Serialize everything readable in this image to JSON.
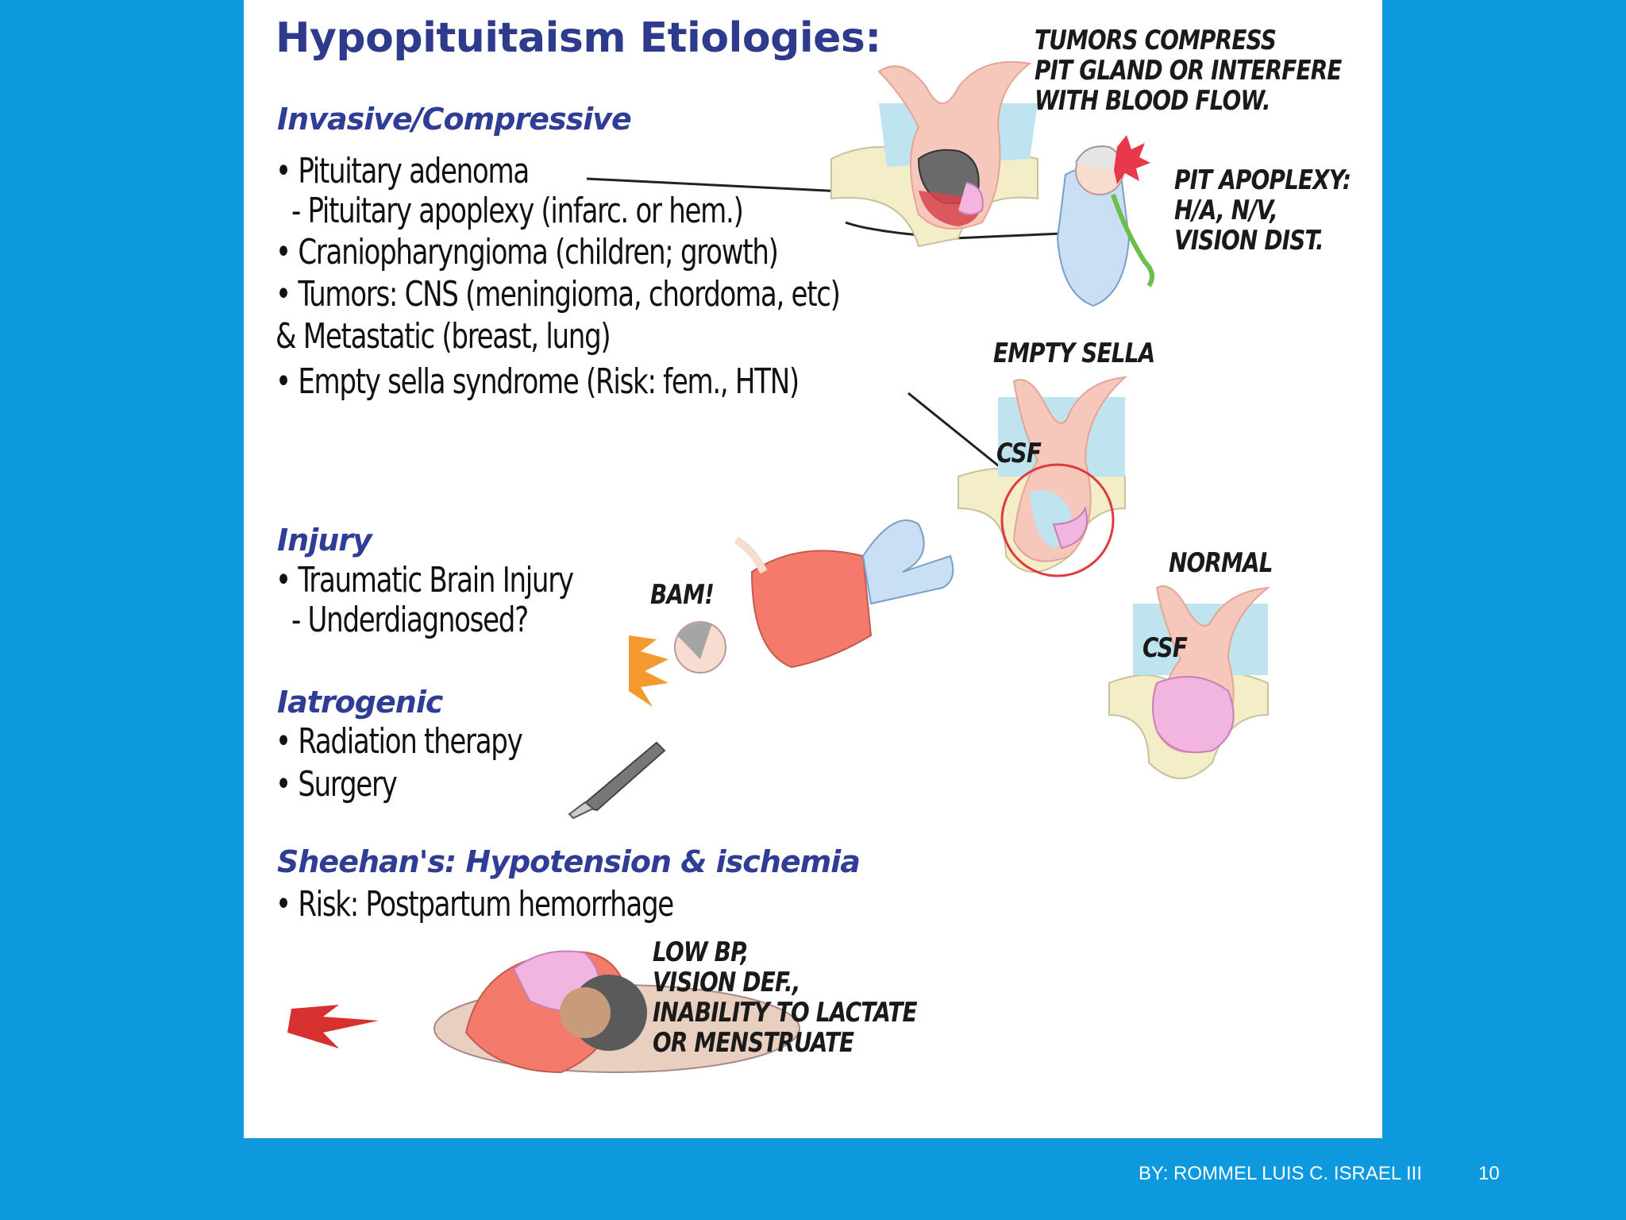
{
  "slide": {
    "title": "Hypopituitaism Etiologies:",
    "footer_author": "BY: ROMMEL LUIS C. ISRAEL III",
    "page_number": "10"
  },
  "sections": {
    "invasive": {
      "heading": "Invasive/Compressive",
      "items": [
        "• Pituitary adenoma",
        "- Pituitary apoplexy (infarc. or hem.)",
        "• Craniopharyngioma (children; growth)",
        "• Tumors: CNS (meningioma, chordoma, etc)",
        "& Metastatic (breast, lung)",
        "• Empty sella syndrome  (Risk: fem., HTN)"
      ]
    },
    "injury": {
      "heading": "Injury",
      "items": [
        "• Traumatic Brain Injury",
        "- Underdiagnosed?"
      ]
    },
    "iatrogenic": {
      "heading": "Iatrogenic",
      "items": [
        "• Radiation therapy",
        "• Surgery"
      ]
    },
    "sheehan": {
      "heading": "Sheehan's: Hypotension & ischemia",
      "items": [
        "• Risk: Postpartum hemorrhage"
      ]
    }
  },
  "annotations": {
    "tumors_compress": [
      "Tumors compress",
      "Pit gland or interfere",
      "with blood flow."
    ],
    "pit_apoplexy": [
      "Pit Apoplexy:",
      "H/A, N/V,",
      "Vision dist."
    ],
    "empty_sella": "Empty sella",
    "csf_empty": "CSF",
    "normal": "Normal",
    "csf_normal": "CSF",
    "bam": "BAM!",
    "sheehan_symptoms": [
      "Low BP,",
      "Vision Def.,",
      "Inability to lactate",
      "or Menstruate"
    ]
  },
  "colors": {
    "background": "#0e98dd",
    "heading": "#2f3d96",
    "tissue": "#f6c8bb",
    "bone": "#f3edc8",
    "csf": "#bfe4ef",
    "pituitary": "#f1b5e0",
    "blood": "#d8444b"
  }
}
